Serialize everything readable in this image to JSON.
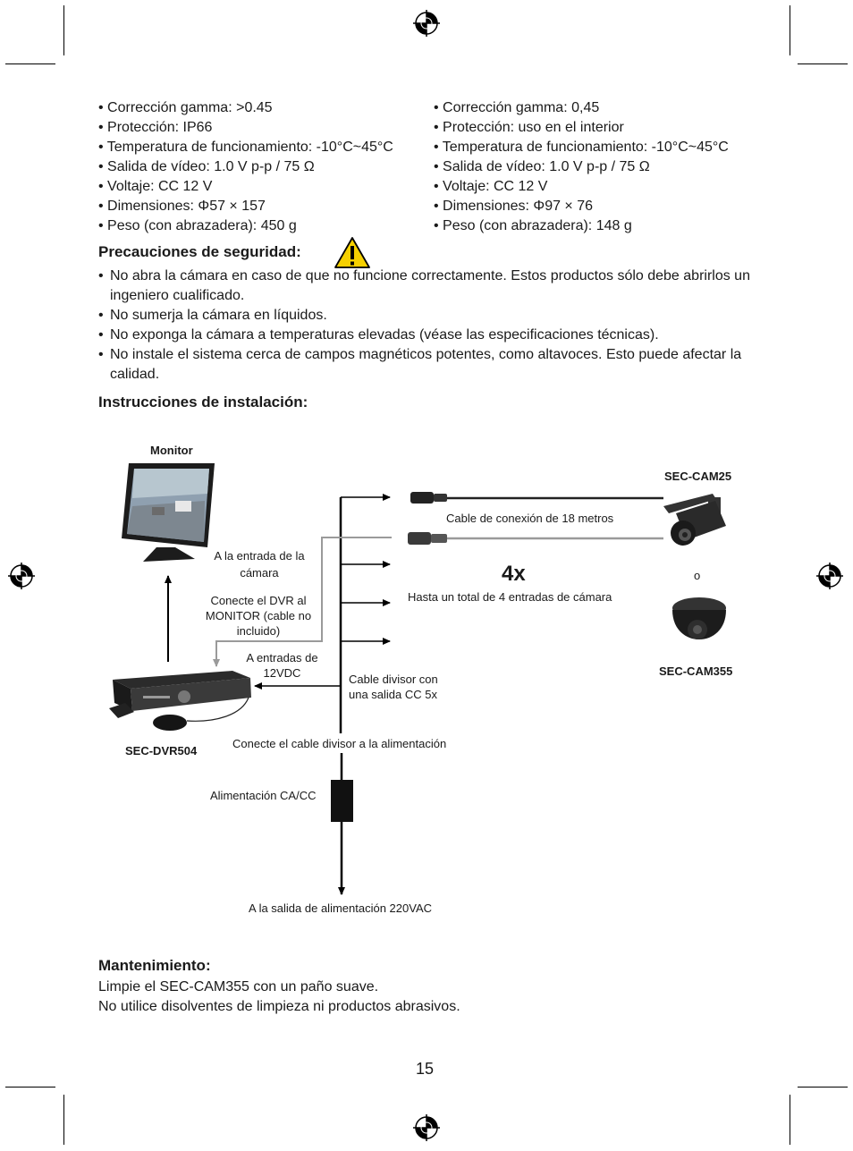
{
  "specs": {
    "left": [
      "Corrección gamma: >0.45",
      "Protección: IP66",
      "Temperatura de funcionamiento: -10°C~45°C",
      "Salida de vídeo: 1.0 V p-p / 75 Ω",
      "Voltaje: CC 12 V",
      "Dimensiones: Φ57 × 157",
      "Peso (con abrazadera): 450 g"
    ],
    "right": [
      "Corrección gamma: 0,45",
      "Protección: uso en el interior",
      "Temperatura de funcionamiento: -10°C~45°C",
      "Salida de vídeo: 1.0 V p-p / 75 Ω",
      "Voltaje: CC 12 V",
      "Dimensiones: Φ97 × 76",
      "Peso (con abrazadera): 148 g"
    ]
  },
  "safety": {
    "heading": "Precauciones de seguridad:",
    "items": [
      "No abra la cámara en caso de que no funcione correctamente. Estos productos sólo debe abrirlos un ingeniero cualificado.",
      "No sumerja la cámara en líquidos.",
      "No exponga la cámara a temperaturas elevadas (véase las especificaciones técnicas).",
      "No instale el sistema cerca de campos magnéticos potentes, como altavoces. Esto puede afectar la calidad."
    ]
  },
  "install": {
    "heading": "Instrucciones de instalación:",
    "labels": {
      "monitor": "Monitor",
      "cam25": "SEC-CAM25",
      "cam355": "SEC-CAM355",
      "dvr": "SEC-DVR504",
      "cable18": "Cable de conexión de 18 metros",
      "four_x": "4x",
      "up_to_4": "Hasta un total de 4 entradas de cámara",
      "or": "o",
      "cam_input": "A la entrada de la cámara",
      "connect_dvr": "Conecte el DVR al MONITOR (cable no incluido)",
      "inputs_12vdc": "A entradas de 12VDC",
      "splitter": "Cable divisor con una salida CC 5x",
      "connect_splitter": "Conecte el cable divisor a la alimentación",
      "power_acdc": "Alimentación CA/CC",
      "outlet": "A la salida de alimentación 220VAC"
    }
  },
  "maintenance": {
    "heading": "Mantenimiento:",
    "lines": [
      "Limpie el SEC-CAM355 con un paño suave.",
      "No utilice disolventes de limpieza ni productos abrasivos."
    ]
  },
  "page_number": "15"
}
